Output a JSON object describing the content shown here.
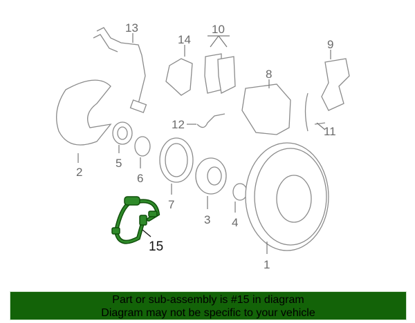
{
  "diagram": {
    "highlighted_part": "15",
    "highlight_color": "#2f8a2a",
    "labels": {
      "p1": "1",
      "p2": "2",
      "p3": "3",
      "p4": "4",
      "p5": "5",
      "p6": "6",
      "p7": "7",
      "p8": "8",
      "p9": "9",
      "p10": "10",
      "p11": "11",
      "p12": "12",
      "p13": "13",
      "p14": "14",
      "p15": "15"
    }
  },
  "banner": {
    "line1": "Part or sub-assembly is #15 in diagram",
    "line2": "Diagram may not be specific to your vehicle",
    "color": "#136308"
  }
}
